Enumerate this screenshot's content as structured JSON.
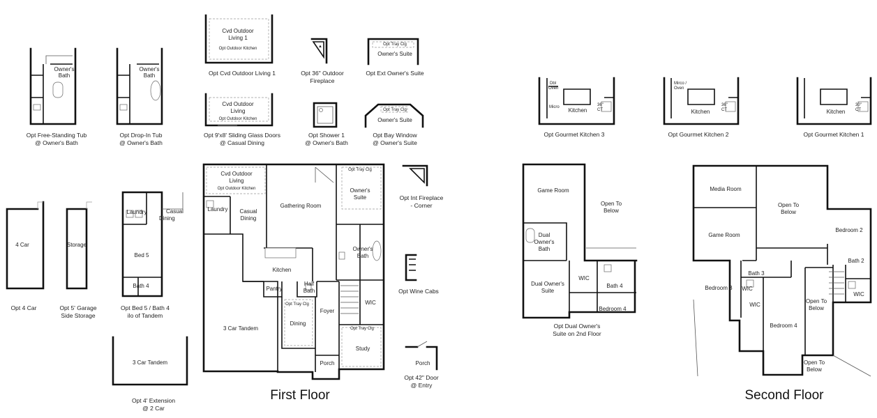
{
  "rooms": {
    "owners_bath_a": "Owner's",
    "owners_bath_a2": "Bath",
    "owners_bath_b": "Owner's",
    "owners_bath_b2": "Bath",
    "cvd1": "Cvd Outdoor",
    "cvd1_2": "Living 1",
    "opt_outdoor_kitchen_1": "Opt Outdoor Kitchen",
    "cvd2": "Cvd Outdoor",
    "cvd2_2": "Living",
    "opt_outdoor_kitchen_2": "Opt Outdoor Kitchen",
    "tray_ext": "Opt Tray Clg",
    "owners_suite_ext": "Owner's Suite",
    "tray_bay": "Opt Tray Clg",
    "owners_suite_bay": "Owner's Suite",
    "dbl_oven": "Dbl",
    "dbl_oven2": "Oven",
    "micro_gk3": "Micro",
    "kitchen_gk3": "Kitchen",
    "ct36_gk3": "36\"",
    "ct36_gk3_2": "CT",
    "micro_oven": "Mirco /",
    "micro_oven2": "Oven",
    "kitchen_gk2": "Kitchen",
    "ct36_gk2": "36\"",
    "ct36_gk2_2": "CT",
    "kitchen_gk1": "Kitchen",
    "ct30_gk1": "30\"",
    "ct30_gk1_2": "CT",
    "four_car": "4 Car",
    "storage": "Storage",
    "laundry_a": "Laundry",
    "casual_dining_a": "Casual",
    "casual_dining_a2": "Dining",
    "bed5": "Bed 5",
    "bath4_a": "Bath 4",
    "tandem_ext": "3 Car Tandem",
    "cvd_main": "Cvd Outdoor",
    "cvd_main2": "Living",
    "opt_outdoor_kitchen_main": "Opt Outdoor Kitchen",
    "laundry": "Laundry",
    "casual_dining": "Casual",
    "casual_dining2": "Dining",
    "gathering_room": "Gathering Room",
    "tray_owner": "Opt Tray Clg",
    "owners_suite": "Owner's",
    "owners_suite2": "Suite",
    "owners_bath": "Owner's",
    "owners_bath2": "Bath",
    "kitchen": "Kitchen",
    "pantry": "Pantry",
    "half_bath": "Half",
    "half_bath2": "Bath",
    "tray_dining": "Opt Tray Clg",
    "dining": "Dining",
    "foyer": "Foyer",
    "wic_main": "WIC",
    "tandem_main": "3 Car Tandem",
    "tray_study": "Opt Tray Clg",
    "study": "Study",
    "porch_main": "Porch",
    "porch_opt": "Porch",
    "game_room_a": "Game Room",
    "open_below_a": "Open To",
    "open_below_a2": "Below",
    "dual_bath": "Dual",
    "dual_bath2": "Owner's",
    "dual_bath3": "Bath",
    "dual_suite": "Dual Owner's",
    "dual_suite2": "Suite",
    "wic_a": "WIC",
    "bath4_b": "Bath 4",
    "bedroom4_a": "Bedroom 4",
    "media_room": "Media Room",
    "open_below_b": "Open To",
    "open_below_b2": "Below",
    "game_room_b": "Game Room",
    "bedroom2": "Bedroom 2",
    "bath2": "Bath 2",
    "bath3": "Bath 3",
    "bedroom3": "Bedroom 3",
    "wic_b1": "WIC",
    "wic_b2": "WIC",
    "wic_b3": "WIC",
    "open_below_c": "Open To",
    "open_below_c2": "Below",
    "bedroom4_b": "Bedroom 4",
    "open_below_d": "Open To",
    "open_below_d2": "Below"
  },
  "captions": {
    "free_tub_1": "Opt Free-Standing Tub",
    "free_tub_2": "@ Owner's Bath",
    "drop_tub_1": "Opt Drop-In Tub",
    "drop_tub_2": "@ Owner's Bath",
    "cvd_living_1": "Opt Cvd Outdoor Living 1",
    "fireplace36_1": "Opt 36\" Outdoor",
    "fireplace36_2": "Fireplace",
    "ext_suite": "Opt Ext Owner's Suite",
    "sliding_1": "Opt 9'x8' Sliding Glass Doors",
    "sliding_2": "@ Casual Dining",
    "shower_1": "Opt Shower 1",
    "shower_2": "@ Owner's Bath",
    "bay_1": "Opt Bay Window",
    "bay_2": "@ Owner's Suite",
    "gk3": "Opt Gourmet Kitchen 3",
    "gk2": "Opt Gourmet Kitchen 2",
    "gk1": "Opt Gourmet Kitchen 1",
    "int_fp_1": "Opt Int Fireplace",
    "int_fp_2": "- Corner",
    "four_car": "Opt 4 Car",
    "garage_5_1": "Opt 5' Garage",
    "garage_5_2": "Side Storage",
    "bed5_1": "Opt Bed 5 / Bath 4",
    "bed5_2": "ilo of Tandem",
    "wine": "Opt Wine Cabs",
    "dual_owner_1": "Opt Dual Owner's",
    "dual_owner_2": "Suite on 2nd Floor",
    "ext4_1": "Opt 4' Extension",
    "ext4_2": "@ 2 Car",
    "door42_1": "Opt 42\" Door",
    "door42_2": "@ Entry"
  },
  "titles": {
    "first_floor": "First Floor",
    "second_floor": "Second Floor"
  }
}
